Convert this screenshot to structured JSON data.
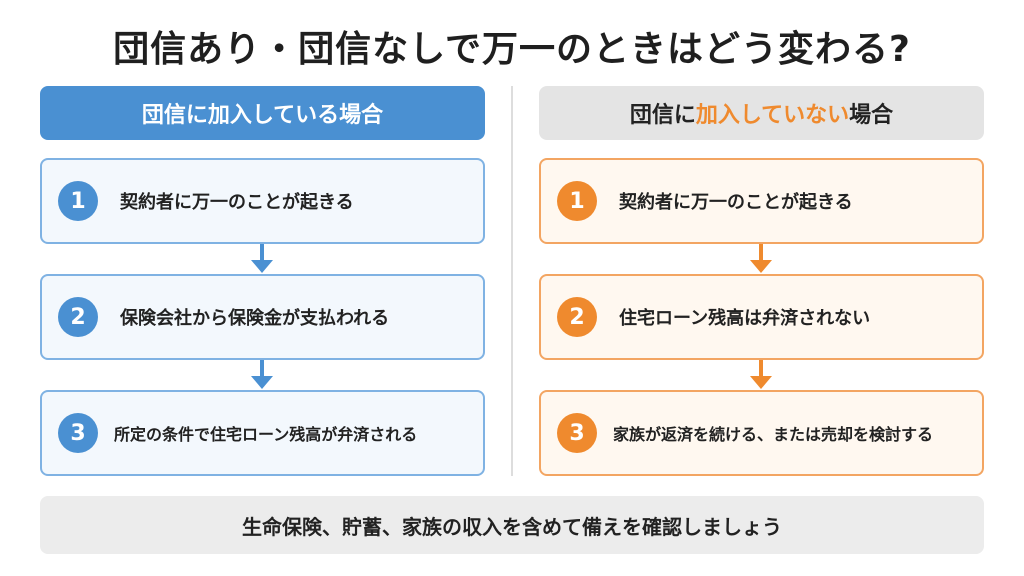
{
  "title": "団信あり・団信なしで万一のときはどう変わる?",
  "colors": {
    "blue": "#4a90d2",
    "orange": "#ef8a2e",
    "gray": "#e4e4e4"
  },
  "left": {
    "header": "団信に加入している場合",
    "steps": [
      {
        "num": "1",
        "text": "契約者に万一のことが起きる"
      },
      {
        "num": "2",
        "text": "保険会社から保険金が支払われる"
      },
      {
        "num": "3",
        "text": "所定の条件で住宅ローン残高が弁済される"
      }
    ]
  },
  "right": {
    "header_prefix": "団信に",
    "header_highlight": "加入していない",
    "header_suffix": "場合",
    "steps": [
      {
        "num": "1",
        "text": "契約者に万一のことが起きる"
      },
      {
        "num": "2",
        "text": "住宅ローン残高は弁済されない"
      },
      {
        "num": "3",
        "text": "家族が返済を続ける、または売却を検討する"
      }
    ]
  },
  "footer": "生命保険、貯蓄、家族の収入を含めて備えを確認しましょう"
}
